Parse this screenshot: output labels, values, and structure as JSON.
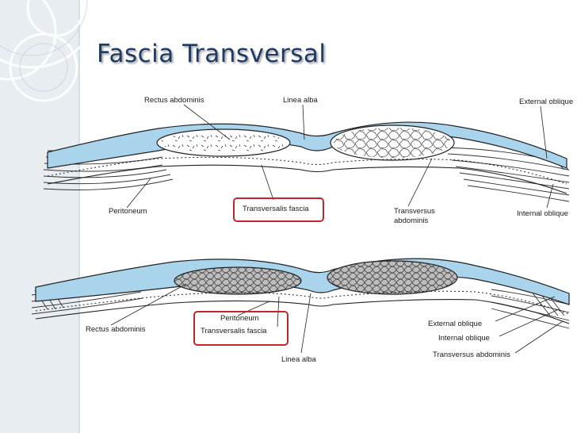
{
  "slide": {
    "title": "Fascia Transversal"
  },
  "colors": {
    "title": "#1f3a63",
    "fascia_blue": "#a9d4ec",
    "highlight_box": "#c0272d",
    "sidebar": "#dce3ea"
  },
  "top_diagram": {
    "labels": {
      "rectus_abdominis": "Rectus abdominis",
      "linea_alba": "Linea alba",
      "external_oblique": "External oblique",
      "peritoneum": "Peritoneum",
      "transversalis_fascia": "Transversalis fascia",
      "transversus_abdominis_1": "Transversus",
      "transversus_abdominis_2": "abdominis",
      "internal_oblique": "Internal oblique"
    }
  },
  "bottom_diagram": {
    "labels": {
      "rectus_abdominis": "Rectus abdominis",
      "peritoneum": "Peritoneum",
      "transversalis_fascia": "Transversalis fascia",
      "linea_alba": "Linea alba",
      "external_oblique": "External oblique",
      "internal_oblique": "Internal oblique",
      "transversus_abdominis": "Transversus abdominis"
    }
  }
}
